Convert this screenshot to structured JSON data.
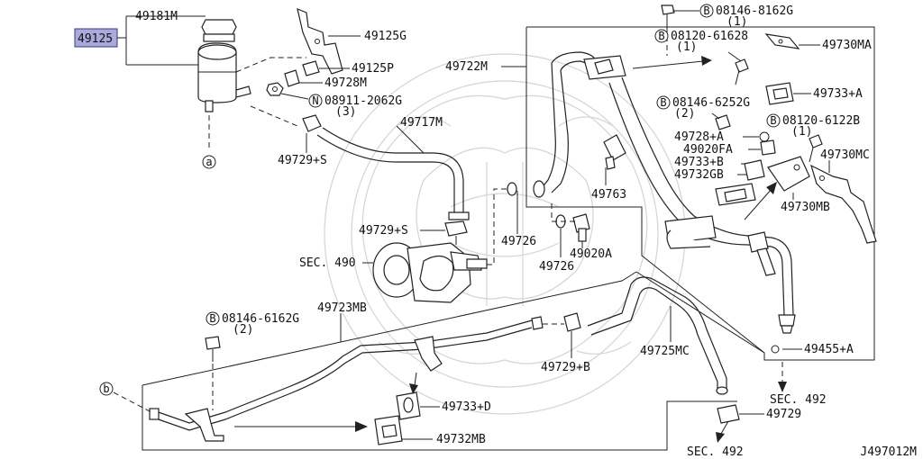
{
  "diagram": {
    "id": "J497012M",
    "highlighted_part": "49125",
    "labels": {
      "p49181M": "49181M",
      "p49125": "49125",
      "p49125G": "49125G",
      "p49125P": "49125P",
      "p49728M": "49728M",
      "p08911": "08911-2062G",
      "p08911q": "(3)",
      "p49717M": "49717M",
      "p49729S1": "49729+S",
      "p49729S2": "49729+S",
      "p49722M": "49722M",
      "p08146a": "08146-8162G",
      "p08146aq": "(1)",
      "p08120a": "08120-61628",
      "p08120aq": "(1)",
      "p49730MA": "49730MA",
      "p49733A": "49733+A",
      "p08146b": "08146-6252G",
      "p08146bq": "(2)",
      "p08120b": "08120-6122B",
      "p08120bq": "(1)",
      "p49728A": "49728+A",
      "p49020FA": "49020FA",
      "p49733B": "49733+B",
      "p49732GB": "49732GB",
      "p49730MC": "49730MC",
      "p49730MB": "49730MB",
      "p49763": "49763",
      "p49726a": "49726",
      "p49726b": "49726",
      "p49020A": "49020A",
      "sec490": "SEC. 490",
      "p49723MB": "49723MB",
      "p08146c": "08146-6162G",
      "p08146cq": "(2)",
      "p49729B": "49729+B",
      "p49725MC": "49725MC",
      "p49455A": "49455+A",
      "sec492a": "SEC. 492",
      "p49729": "49729",
      "sec492b": "SEC. 492",
      "p49733D": "49733+D",
      "p49732MB": "49732MB"
    },
    "markers": {
      "ref_a": "a",
      "ref_b": "b",
      "bolt_b": "B",
      "nut_n": "N"
    }
  }
}
